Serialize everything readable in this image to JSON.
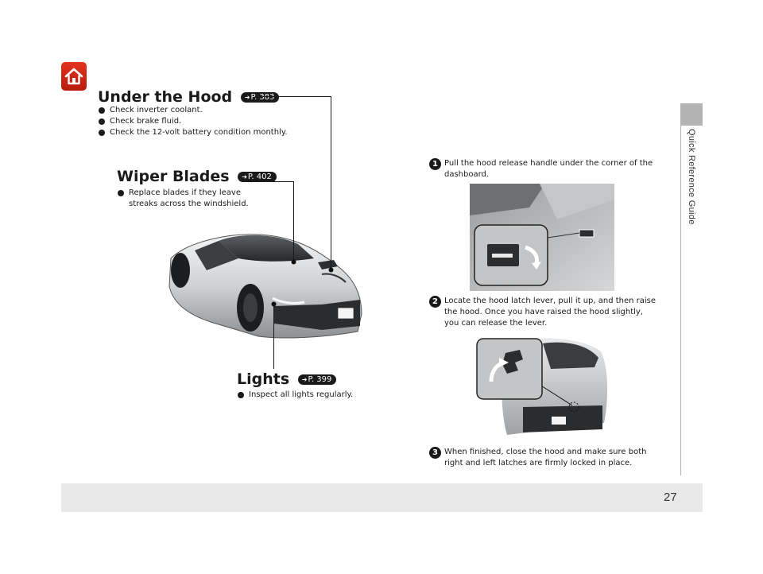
{
  "sidebar": {
    "label": "Quick Reference Guide"
  },
  "home_icon": "home-icon",
  "page_number": "27",
  "under_hood": {
    "title": "Under the Hood",
    "ref": "P. 383",
    "items": [
      "Check inverter coolant.",
      "Check brake fluid.",
      "Check the 12-volt battery condition monthly."
    ]
  },
  "wiper_blades": {
    "title": "Wiper Blades",
    "ref": "P. 402",
    "items": [
      "Replace blades if they leave\nstreaks across the windshield."
    ]
  },
  "lights": {
    "title": "Lights",
    "ref": "P. 399",
    "items": [
      "Inspect all lights regularly."
    ]
  },
  "steps": [
    {
      "marker": "1",
      "text": "Pull the hood release handle under the corner of the\ndashboard."
    },
    {
      "marker": "2",
      "text": "Locate the hood latch lever, pull it up, and then raise\nthe hood. Once you have raised the hood slightly,\nyou can release the lever."
    },
    {
      "marker": "3",
      "text": "When finished, close the hood and make sure both\nright and left latches are firmly locked in place."
    }
  ],
  "colors": {
    "home_button": "#c9200f",
    "footer": "#e9e9e9",
    "sidebar": "#b3b3b3"
  }
}
